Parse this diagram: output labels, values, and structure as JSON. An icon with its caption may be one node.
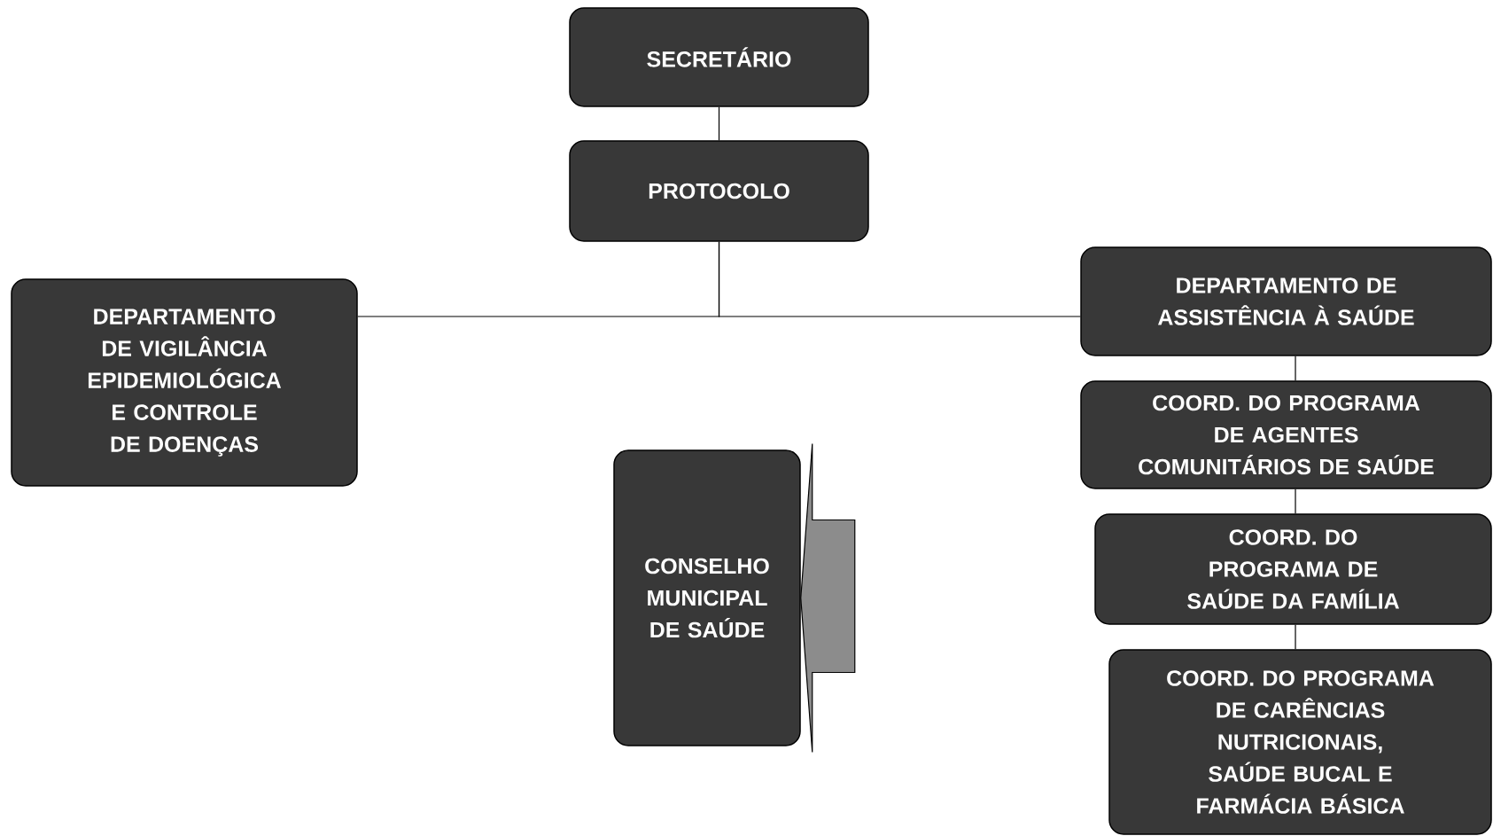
{
  "diagram": {
    "nodes": [
      {
        "text": [
          "SECRETÁRIO"
        ]
      },
      {
        "text": [
          "PROTOCOLO"
        ]
      },
      {
        "text": [
          "DEPARTAMENTO DE VIGILÂNCIA EPIDEMIOLÓGICA E CONTROLE DE DOENÇAS"
        ]
      },
      {
        "text": [
          "DEPARTAMENTO DE ASSISTÊNCIA À SAÚDE"
        ]
      },
      {
        "text": [
          "COORD. DO PROGRAMA DE AGENTES COMUNITÁRIOS DE SAÚDE"
        ]
      },
      {
        "text": [
          "COORD. DO PROGRAMA DE SAÚDE DA FAMÍLIA"
        ]
      },
      {
        "text": [
          "COORD. DO PROGRAMA DE CARÊNCIAS NUTRICIONAIS, SAÚDE BUCAL E FARMÁCIA BÁSICA"
        ]
      },
      {
        "text": [
          "CONSELHO MUNICIPAL DE SAÚDE"
        ]
      }
    ],
    "edges": [
      {
        "from": 0,
        "to": 1,
        "arrow": "none"
      },
      {
        "from": 1,
        "to": 2,
        "arrow": "none"
      },
      {
        "from": 1,
        "to": 3,
        "arrow": "none"
      },
      {
        "from": 3,
        "to": 4,
        "arrow": "none"
      },
      {
        "from": 4,
        "to": 5,
        "arrow": "none"
      },
      {
        "from": 5,
        "to": 6,
        "arrow": "none"
      },
      {
        "from": null,
        "to": 7,
        "arrow": "to"
      }
    ]
  }
}
